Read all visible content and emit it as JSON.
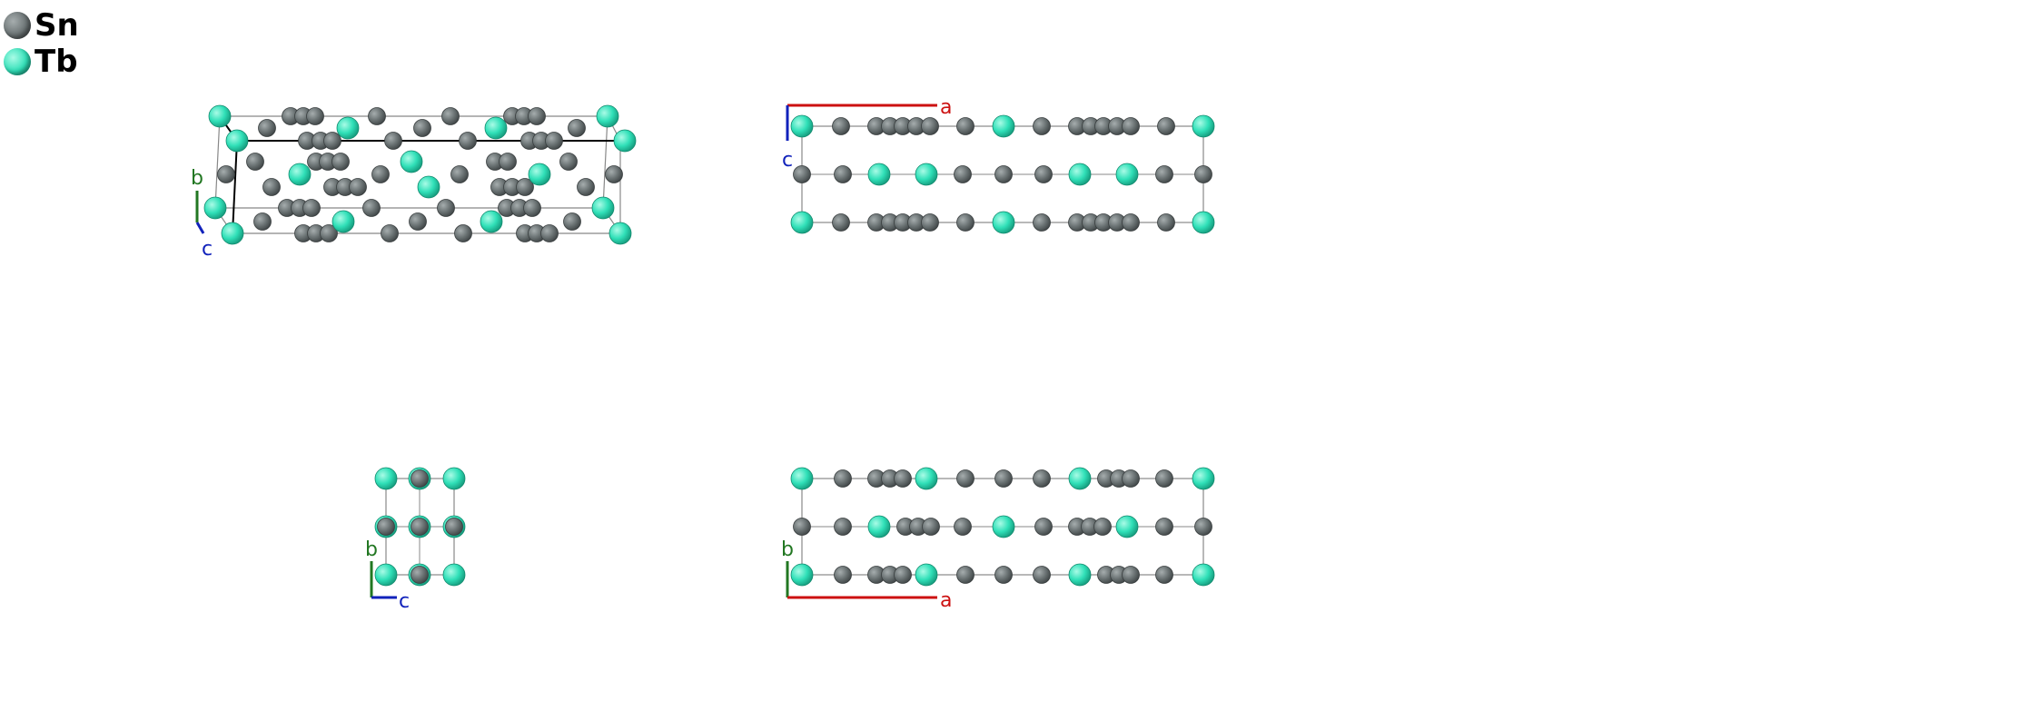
{
  "legend": {
    "items": [
      {
        "label": "Sn",
        "color": "#6b7374",
        "icon": "sn-atom-swatch"
      },
      {
        "label": "Tb",
        "color": "#30e0b8",
        "icon": "tb-atom-swatch"
      }
    ]
  },
  "colors": {
    "sn": "#6b7374",
    "tb": "#30e0b8",
    "cell_line": "#888888",
    "cell_line_dark": "#000000",
    "axis_a": "#cc1111",
    "axis_b": "#227722",
    "axis_c": "#1122bb"
  },
  "views": [
    {
      "name": "perspective-view",
      "axes": [
        "b",
        "c"
      ]
    },
    {
      "name": "view-along-b",
      "axes": [
        "a",
        "c"
      ]
    },
    {
      "name": "view-along-a",
      "axes": [
        "b",
        "c"
      ]
    },
    {
      "name": "view-along-c",
      "axes": [
        "a",
        "b"
      ]
    }
  ],
  "axis_labels": {
    "a": "a",
    "b": "b",
    "c": "c"
  }
}
